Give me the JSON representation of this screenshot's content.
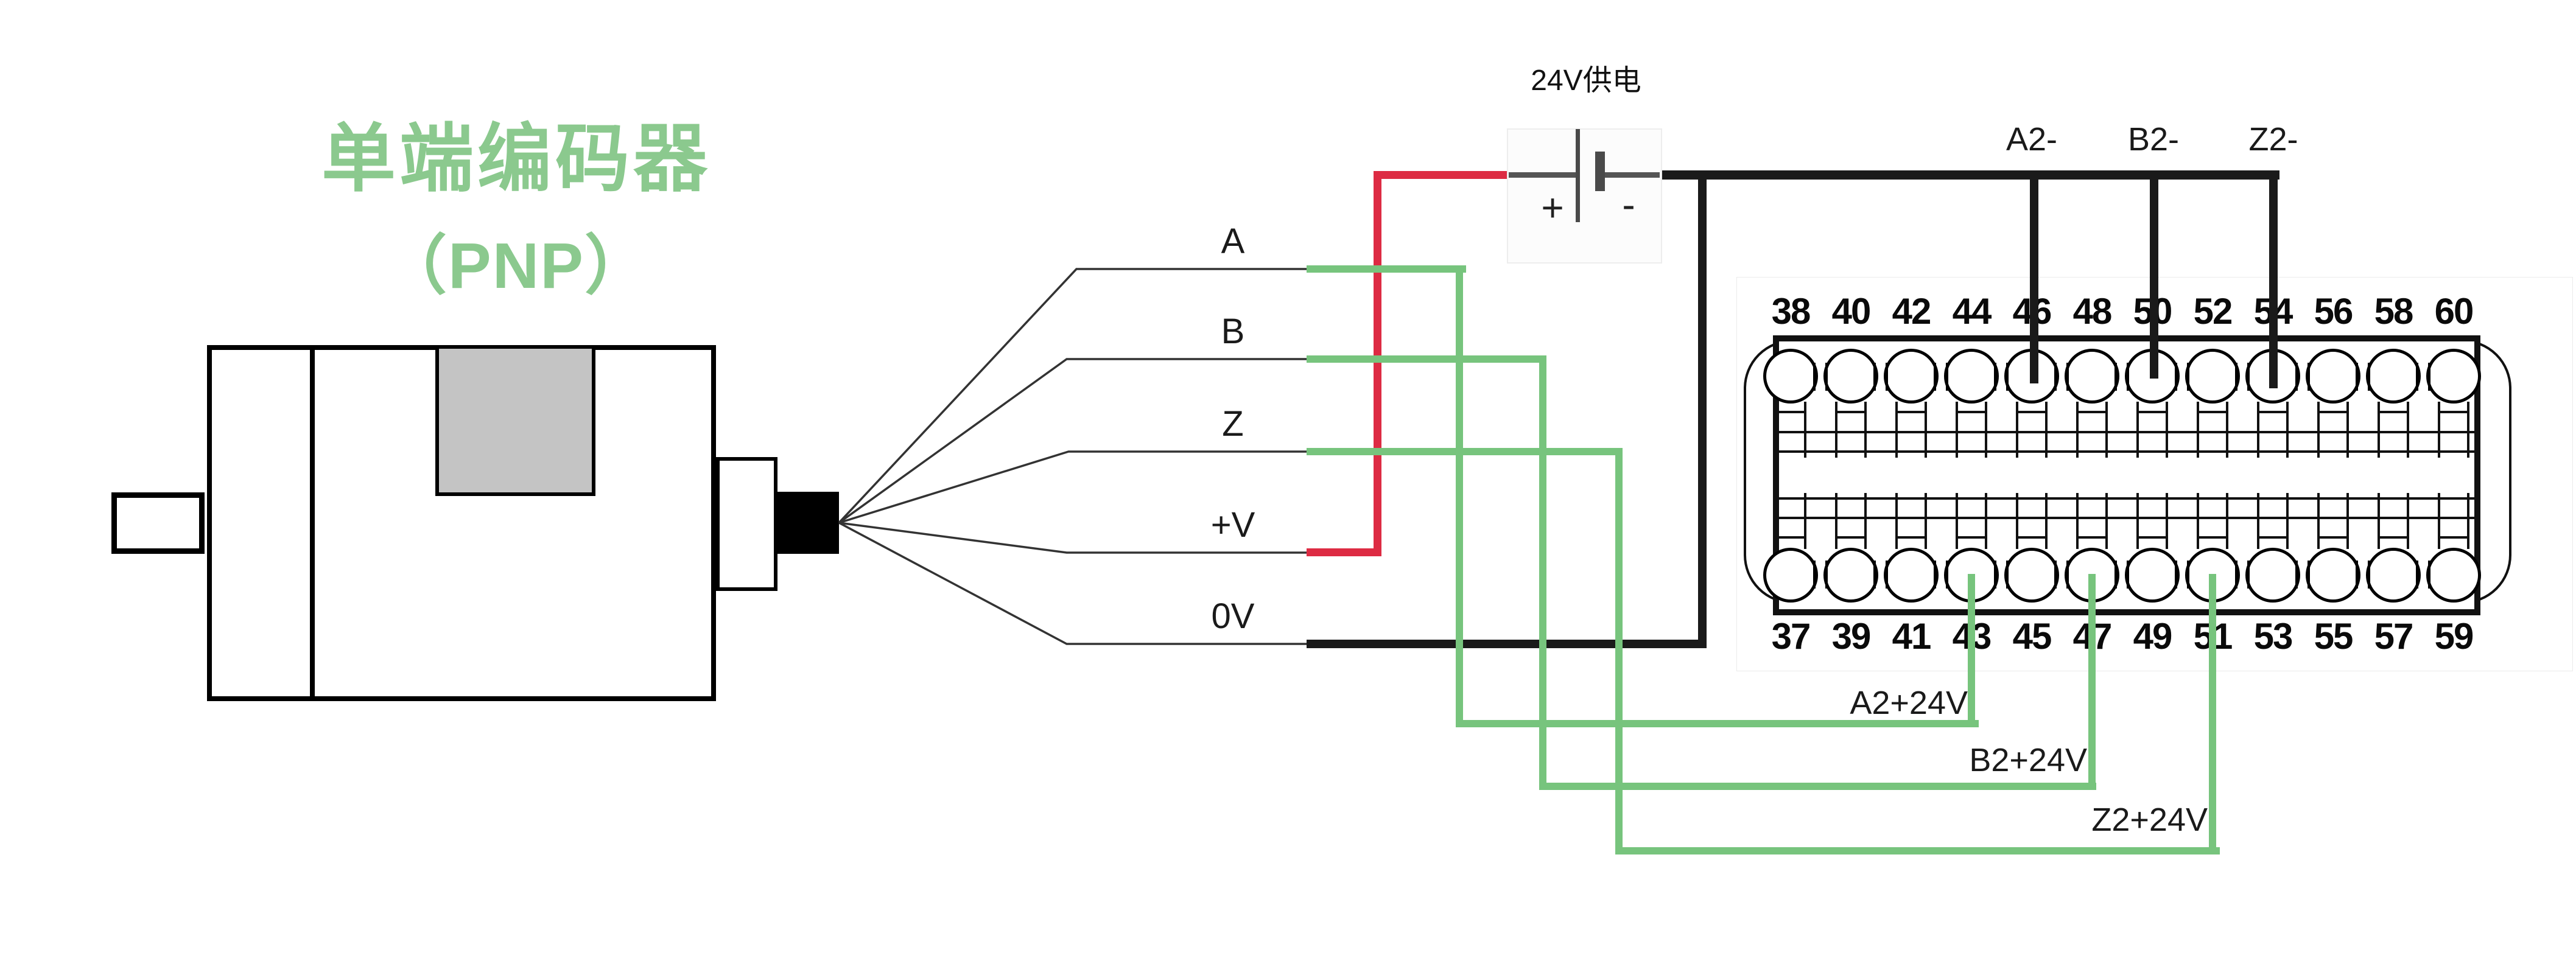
{
  "title": {
    "line1": "单端编码器",
    "line2": "（PNP）"
  },
  "colors": {
    "title-green": "#8bc98e",
    "wire-green": "#77c47d",
    "wire-red": "#dd2b43",
    "wire-black": "#1a1a1a",
    "motor-gray": "#c4c4c4",
    "battery-gray": "#555555"
  },
  "power_supply": {
    "label": "24V供电",
    "plus": "+",
    "minus": "-"
  },
  "encoder_wires": [
    {
      "label": "A"
    },
    {
      "label": "B"
    },
    {
      "label": "Z"
    },
    {
      "label": "+V"
    },
    {
      "label": "0V"
    }
  ],
  "terminal_labels_top": [
    {
      "label": "A2-",
      "terminal": "46"
    },
    {
      "label": "B2-",
      "terminal": "50"
    },
    {
      "label": "Z2-",
      "terminal": "54"
    }
  ],
  "terminal_labels_bottom": [
    {
      "label": "A2+24V",
      "terminal": "43"
    },
    {
      "label": "B2+24V",
      "terminal": "47"
    },
    {
      "label": "Z2+24V",
      "terminal": "51"
    }
  ],
  "terminal_block": {
    "top_numbers": [
      "38",
      "40",
      "42",
      "44",
      "46",
      "48",
      "50",
      "52",
      "54",
      "56",
      "58",
      "60"
    ],
    "bottom_numbers": [
      "37",
      "39",
      "41",
      "43",
      "45",
      "47",
      "49",
      "51",
      "53",
      "55",
      "57",
      "59"
    ]
  }
}
